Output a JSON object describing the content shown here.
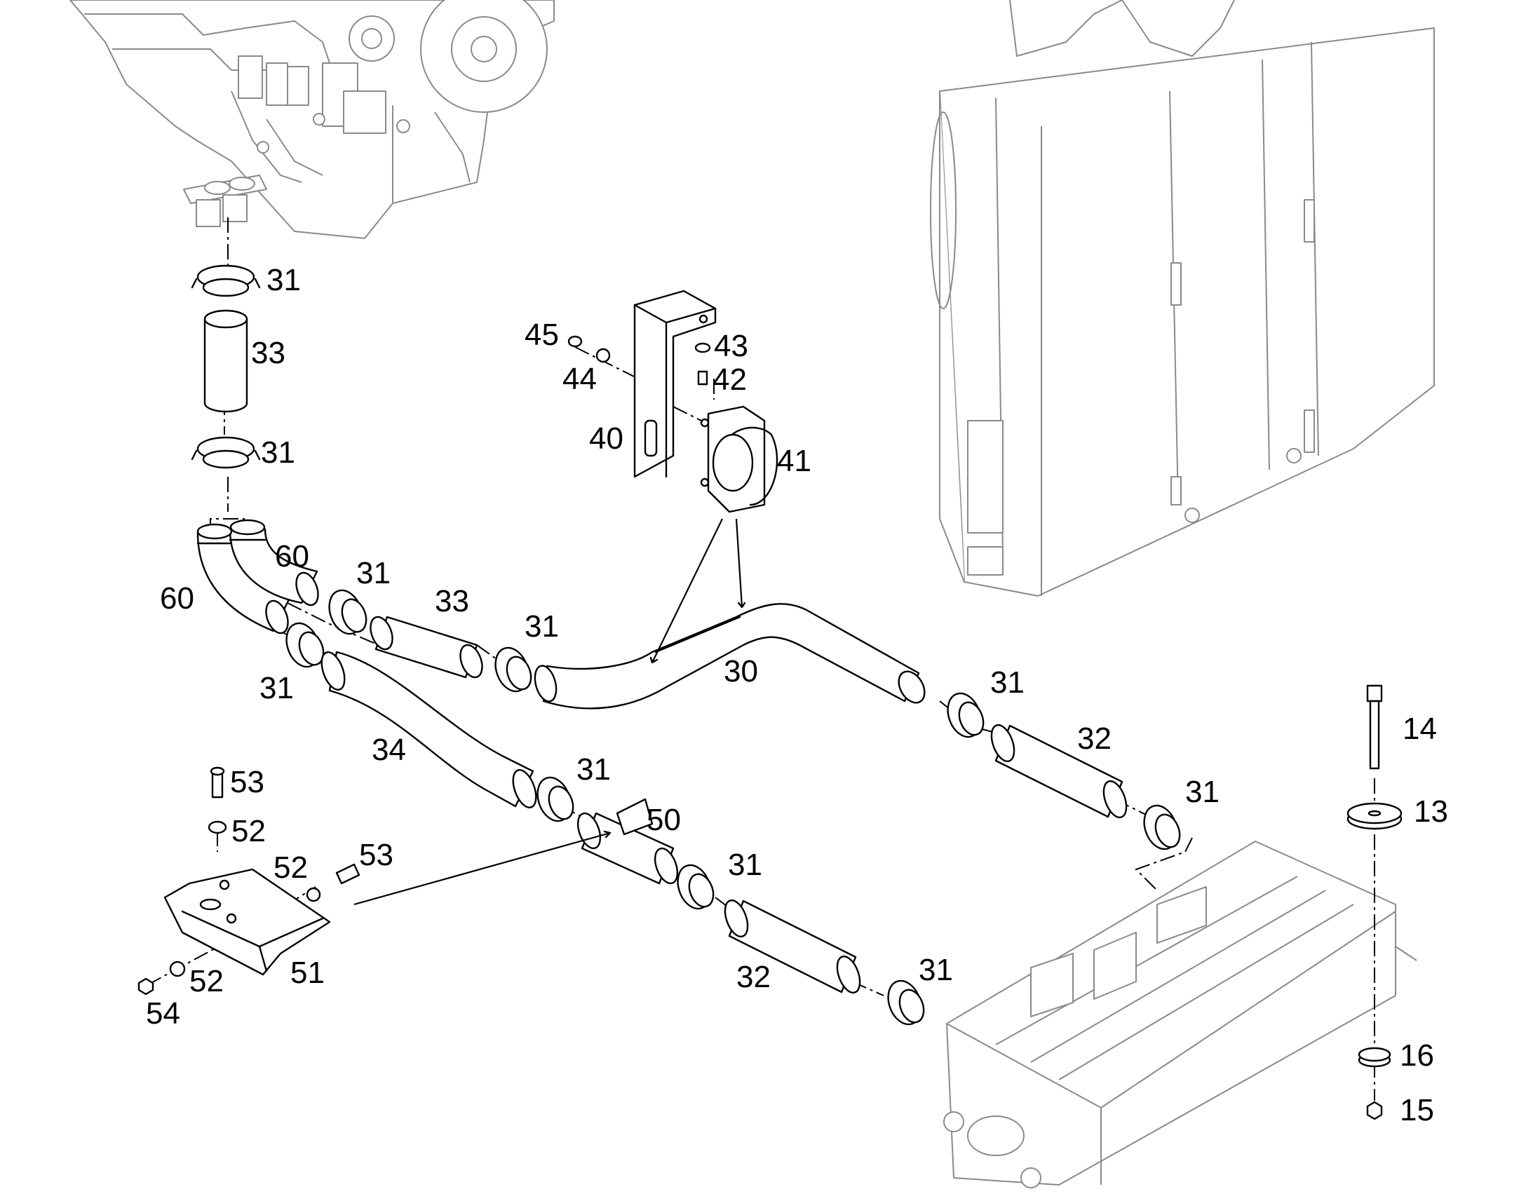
{
  "callouts": [
    {
      "id": "c-31-a",
      "text": "31"
    },
    {
      "id": "c-33-a",
      "text": "33"
    },
    {
      "id": "c-31-b",
      "text": "31"
    },
    {
      "id": "c-45",
      "text": "45"
    },
    {
      "id": "c-43",
      "text": "43"
    },
    {
      "id": "c-44",
      "text": "44"
    },
    {
      "id": "c-42",
      "text": "42"
    },
    {
      "id": "c-40",
      "text": "40"
    },
    {
      "id": "c-41",
      "text": "41"
    },
    {
      "id": "c-60-a",
      "text": "60"
    },
    {
      "id": "c-60-b",
      "text": "60"
    },
    {
      "id": "c-31-c",
      "text": "31"
    },
    {
      "id": "c-33-b",
      "text": "33"
    },
    {
      "id": "c-31-d",
      "text": "31"
    },
    {
      "id": "c-30",
      "text": "30"
    },
    {
      "id": "c-31-e",
      "text": "31"
    },
    {
      "id": "c-31-f",
      "text": "31"
    },
    {
      "id": "c-34",
      "text": "34"
    },
    {
      "id": "c-31-g",
      "text": "31"
    },
    {
      "id": "c-32-a",
      "text": "32"
    },
    {
      "id": "c-14",
      "text": "14"
    },
    {
      "id": "c-13",
      "text": "13"
    },
    {
      "id": "c-53-a",
      "text": "53"
    },
    {
      "id": "c-52-a",
      "text": "52"
    },
    {
      "id": "c-50",
      "text": "50"
    },
    {
      "id": "c-31-h",
      "text": "31"
    },
    {
      "id": "c-52-b",
      "text": "52"
    },
    {
      "id": "c-53-b",
      "text": "53"
    },
    {
      "id": "c-31-i",
      "text": "31"
    },
    {
      "id": "c-51",
      "text": "51"
    },
    {
      "id": "c-32-b",
      "text": "32"
    },
    {
      "id": "c-31-j",
      "text": "31"
    },
    {
      "id": "c-52-c",
      "text": "52"
    },
    {
      "id": "c-54",
      "text": "54"
    },
    {
      "id": "c-16",
      "text": "16"
    },
    {
      "id": "c-15",
      "text": "15"
    }
  ]
}
